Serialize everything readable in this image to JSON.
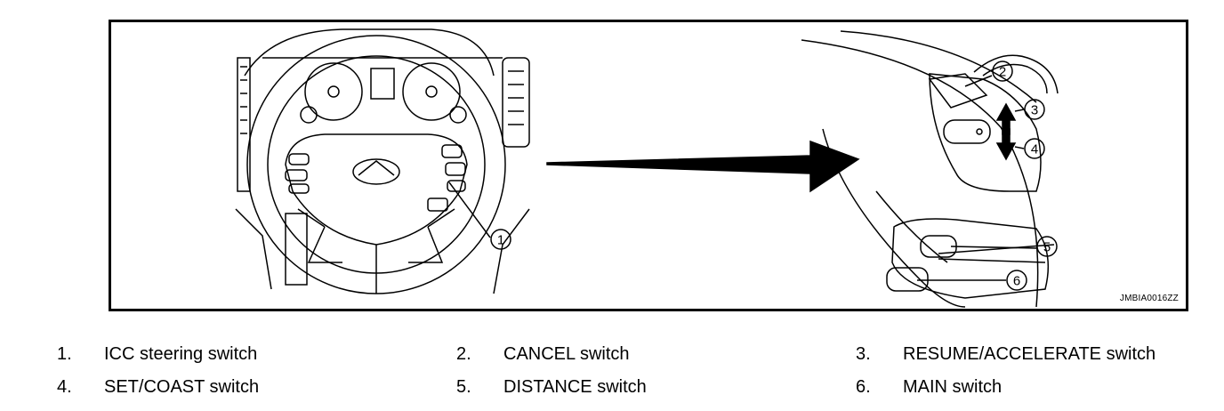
{
  "figure": {
    "id": "JMBIA0016ZZ",
    "callouts": [
      "1",
      "2",
      "3",
      "4",
      "5",
      "6"
    ],
    "emblem": "infiniti-logo",
    "colors": {
      "line": "#000000",
      "background": "#ffffff"
    }
  },
  "legend": [
    {
      "num": "1.",
      "label": "ICC steering switch"
    },
    {
      "num": "2.",
      "label": "CANCEL switch"
    },
    {
      "num": "3.",
      "label": "RESUME/ACCELERATE switch"
    },
    {
      "num": "4.",
      "label": "SET/COAST switch"
    },
    {
      "num": "5.",
      "label": "DISTANCE switch"
    },
    {
      "num": "6.",
      "label": "MAIN switch"
    }
  ]
}
